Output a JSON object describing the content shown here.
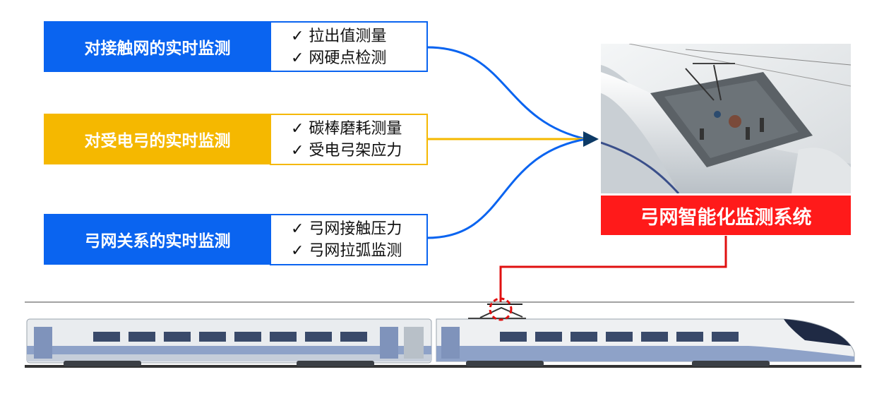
{
  "categories": [
    {
      "label": "对接触网的实时监测",
      "color": "#0a64f0",
      "items": [
        "✓ 拉出值测量",
        "✓ 网硬点检测"
      ]
    },
    {
      "label": "对受电弓的实时监测",
      "color": "#f5b800",
      "items": [
        "✓ 碳棒磨耗测量",
        "✓ 受电弓架应力"
      ]
    },
    {
      "label": "弓网关系的实时监测",
      "color": "#0a64f0",
      "items": [
        "✓ 弓网接触压力",
        "✓ 弓网拉弧监测"
      ]
    }
  ],
  "system": {
    "label": "弓网智能化监测系统",
    "color": "#ff1a1a"
  },
  "icons": [
    "checkmark",
    "arrow-head",
    "train",
    "pantograph",
    "dashed-highlight-circle"
  ]
}
